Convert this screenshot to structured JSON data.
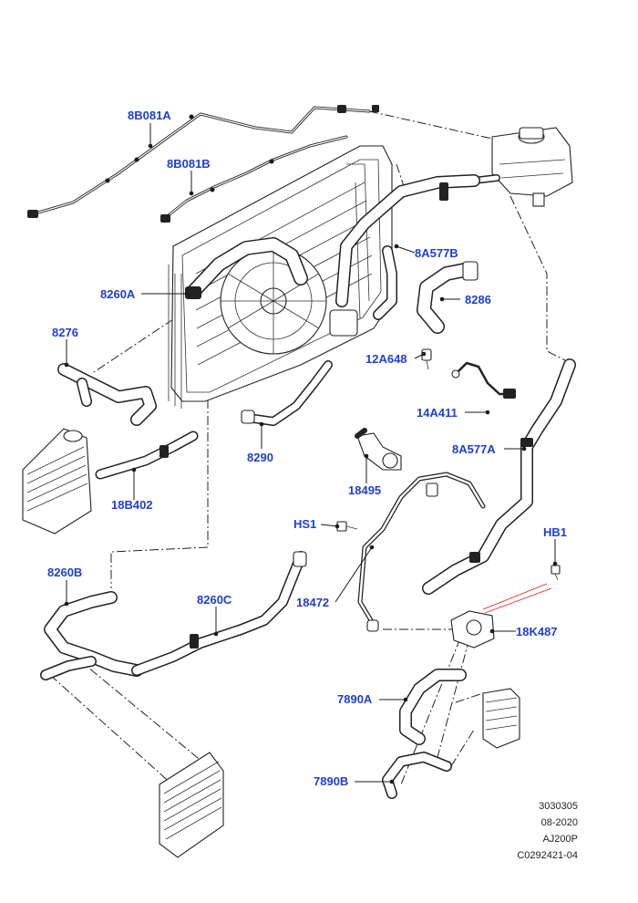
{
  "labels": {
    "l_8b081a": "8B081A",
    "l_8b081b": "8B081B",
    "l_8a577b": "8A577B",
    "l_8260a": "8260A",
    "l_8286": "8286",
    "l_8276": "8276",
    "l_12a648": "12A648",
    "l_14a411": "14A411",
    "l_8290": "8290",
    "l_8a577a": "8A577A",
    "l_18495": "18495",
    "l_18b402": "18B402",
    "l_hs1": "HS1",
    "l_hb1": "HB1",
    "l_8260b": "8260B",
    "l_8260c": "8260C",
    "l_18472": "18472",
    "l_18k487": "18K487",
    "l_7890a": "7890A",
    "l_7890b": "7890B"
  },
  "footer": {
    "line1": "3030305",
    "line2": "08-2020",
    "line3": "AJ200P",
    "line4": "C0292421-04"
  },
  "colors": {
    "label": "#1f3fd0",
    "line": "#1a1a1a",
    "highlight": "#e02020"
  }
}
